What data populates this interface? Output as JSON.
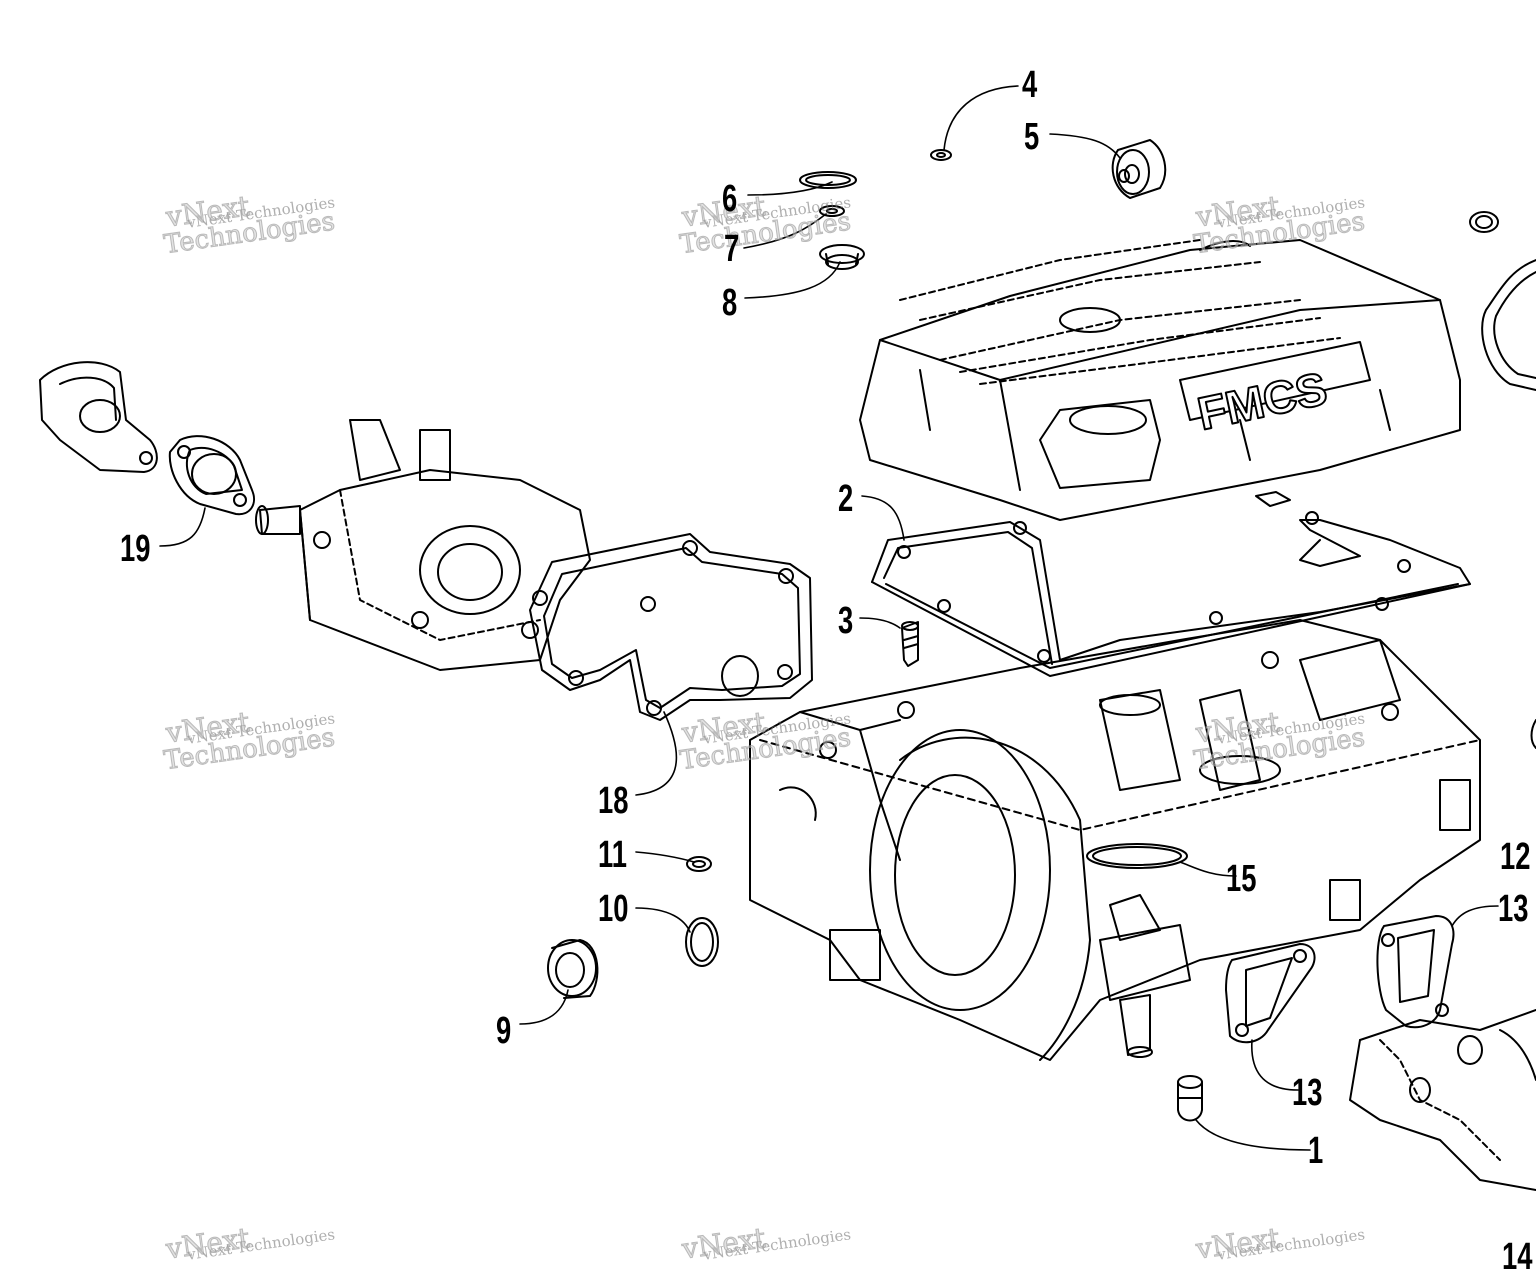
{
  "diagram": {
    "callouts": [
      "1",
      "2",
      "3",
      "4",
      "5",
      "6",
      "7",
      "8",
      "9",
      "10",
      "11",
      "12",
      "13",
      "13",
      "14",
      "15",
      "18",
      "19"
    ],
    "watermark": {
      "line_small": "vNext Technologies",
      "line_big_1": "vNext",
      "line_big_2": "Technologies"
    },
    "valve_cover_logo": "FMCS"
  }
}
